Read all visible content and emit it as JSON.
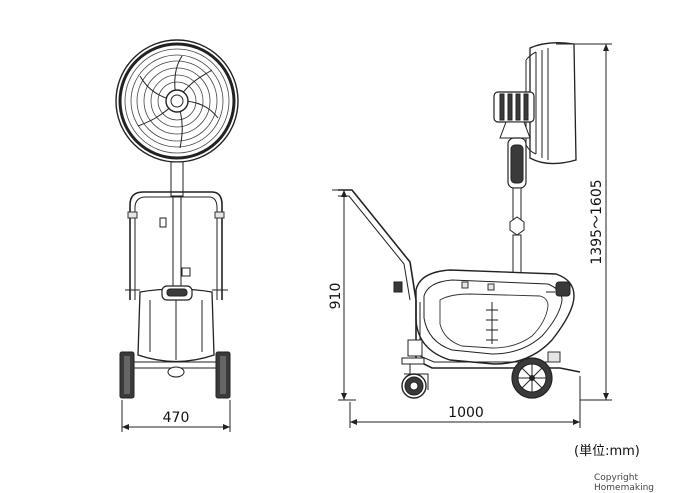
{
  "dimensions": {
    "front_width": "470",
    "side_length": "1000",
    "side_height": "910",
    "fan_height_range": "1395～1605"
  },
  "unit_note": "(単位:mm)",
  "copyright": "Copyright Homemaking"
}
